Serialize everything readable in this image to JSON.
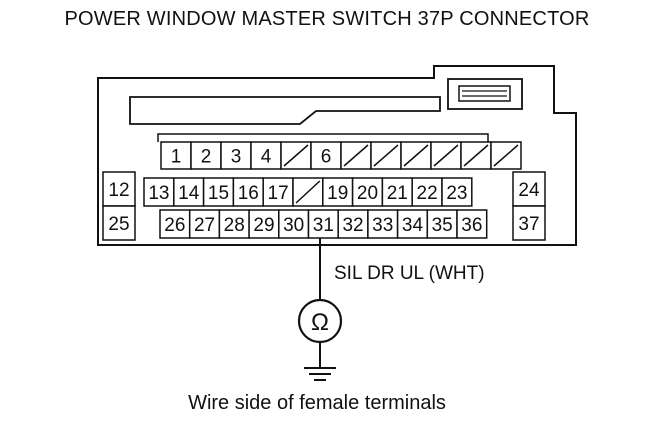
{
  "title": "POWER WINDOW MASTER SWITCH 37P CONNECTOR",
  "caption": "Wire side of female terminals",
  "wire_label": "SIL DR UL (WHT)",
  "ohmmeter_symbol": "Ω",
  "ohmmeter_icon": "ohmmeter-icon",
  "ground_icon": "ground-icon",
  "connector": {
    "row1": [
      "1",
      "2",
      "3",
      "4",
      "",
      "6",
      "",
      "",
      "",
      "",
      "",
      ""
    ],
    "row2": [
      "13",
      "14",
      "15",
      "16",
      "17",
      "",
      "19",
      "20",
      "21",
      "22",
      "23"
    ],
    "row3": [
      "26",
      "27",
      "28",
      "29",
      "30",
      "31",
      "32",
      "33",
      "34",
      "35",
      "36"
    ],
    "left_col": [
      "12",
      "25"
    ],
    "right_col": [
      "24",
      "37"
    ],
    "probed_terminal": "31"
  }
}
